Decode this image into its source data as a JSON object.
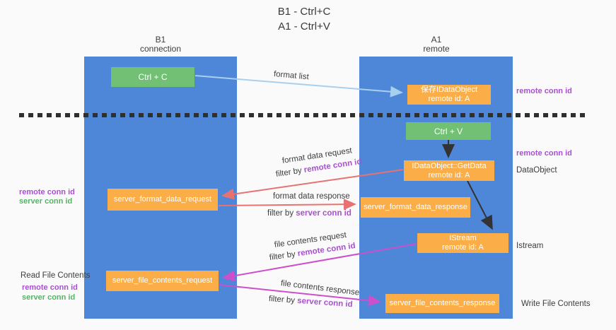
{
  "title": {
    "line1": "B1 - Ctrl+C",
    "line2": "A1 - Ctrl+V"
  },
  "lanes": {
    "left": {
      "title": "B1",
      "subtitle": "connection"
    },
    "right": {
      "title": "A1",
      "subtitle": "remote"
    }
  },
  "nodes": {
    "ctrl_c": "Ctrl + C",
    "ctrl_v": "Ctrl + V",
    "save_idataobject": {
      "line1": "保存IDataObject",
      "line2": "remote id: A"
    },
    "getdata": {
      "line1": "IDataObject::GetData",
      "line2": "remote id: A"
    },
    "istream": {
      "line1": "IStream",
      "line2": "remote id: A"
    },
    "server_format_data_request": "server_format_data_request",
    "server_format_data_response": "server_format_data_response",
    "server_file_contents_request": "server_file_contents_request",
    "server_file_contents_response": "server_file_contents_response"
  },
  "edge_labels": {
    "format_list": "format list",
    "format_data_request": "format data request",
    "filter_remote_1": {
      "prefix": "filter by ",
      "highlight": "remote conn id"
    },
    "format_data_response": "format data response",
    "filter_server_1": {
      "prefix": "filter by ",
      "highlight": "server conn id"
    },
    "file_contents_request": "file contents request",
    "filter_remote_2": {
      "prefix": "filter by ",
      "highlight": "remote conn id"
    },
    "file_contents_response": "file contents response",
    "filter_server_2": {
      "prefix": "filter by ",
      "highlight": "server conn id"
    }
  },
  "annotations": {
    "right_remote_conn_id_top": "remote conn id",
    "right_remote_conn_id_mid": "remote conn id",
    "dataobject": "DataObject",
    "istream": "Istream",
    "write_file_contents": "Write File Contents",
    "left_remote_conn_id_1": "remote conn id",
    "left_server_conn_id_1": "server conn id",
    "read_file_contents": "Read File Contents",
    "left_remote_conn_id_2": "remote conn id",
    "left_server_conn_id_2": "server conn id"
  },
  "colors": {
    "lane_blue": "#4e87d8",
    "node_orange": "#fbae47",
    "node_green": "#72c073",
    "arrow_red": "#e87272",
    "arrow_magenta": "#cc4fcb",
    "arrow_light_blue": "#a9cfef",
    "arrow_black": "#333333",
    "text_purple": "#a94fd0",
    "text_green": "#57b266",
    "background": "#fafafa"
  }
}
